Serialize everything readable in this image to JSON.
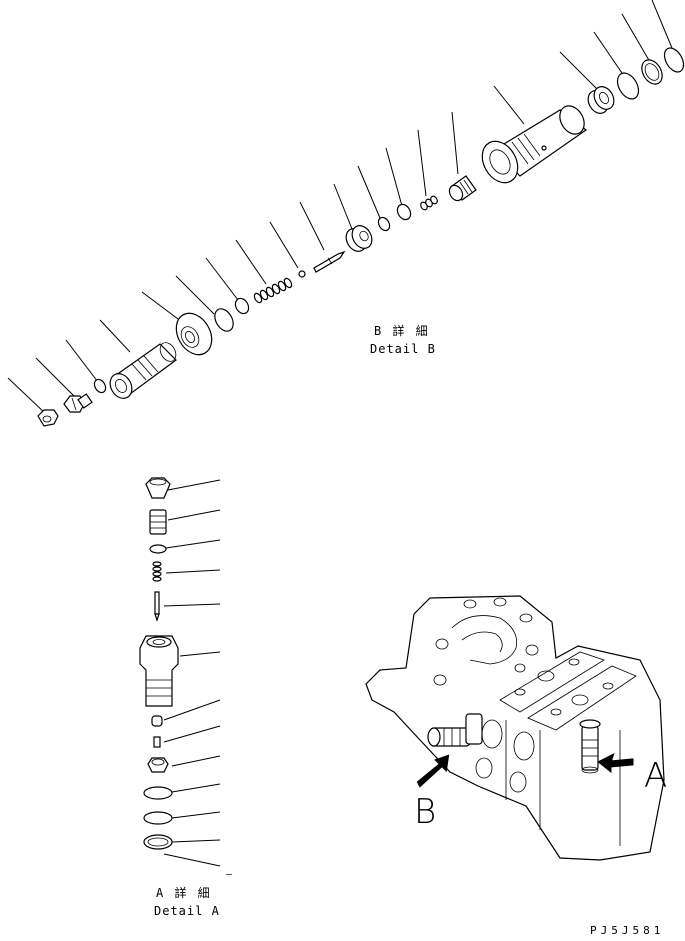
{
  "detail_b": {
    "title_jp": "B 詳 細",
    "title_en": "Detail B"
  },
  "detail_a": {
    "title_jp": "A 詳 細",
    "title_en": "Detail A"
  },
  "assembly": {
    "callout_a": "A",
    "callout_b": "B"
  },
  "drawing_code": "PJ5J581",
  "dash_mark": "–"
}
